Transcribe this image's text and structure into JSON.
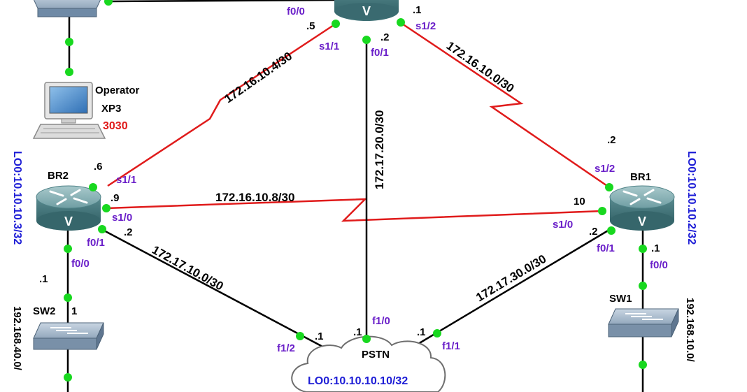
{
  "links": {
    "r1_br2": "172.16.10.4/30",
    "r1_br1": "172.16.10.0/30",
    "r1_pstn": "172.17.20.0/30",
    "br2_br1": "172.16.10.8/30",
    "br2_pstn": "172.17.10.0/30",
    "br1_pstn": "172.17.30.0/30"
  },
  "top_router": {
    "router_letter": "V",
    "f0_0": "f0/0",
    "s1_1": "s1/1",
    "s1_1_ip": ".5",
    "f0_1": "f0/1",
    "f0_1_ip": ".2",
    "s1_2": "s1/2",
    "s1_2_ip": ".1"
  },
  "operator": {
    "name": "Operator",
    "model": "XP3",
    "port": "3030"
  },
  "br2": {
    "name": "BR2",
    "loopback": "LO0:10.10.10.3/32",
    "router_letter": "V",
    "s1_1_ip": ".6",
    "s1_1": "s1/1",
    "s1_0_ip": ".9",
    "s1_0": "s1/0",
    "f0_1": "f0/1",
    "f0_1_ip": ".2",
    "f0_0": "f0/0",
    "f0_0_ip": ".1"
  },
  "br1": {
    "name": "BR1",
    "loopback": "LO0:10.10.10.2/32",
    "router_letter": "V",
    "s1_2_ip": ".2",
    "s1_2": "s1/2",
    "s1_0_ip": "10",
    "s1_0": "s1/0",
    "f0_1_ip": ".2",
    "f0_1": "f0/1",
    "f0_0_ip": ".1",
    "f0_0": "f0/0"
  },
  "sw2": {
    "name": "SW2",
    "port": "1",
    "subnet": "192.168.40.0/"
  },
  "sw1": {
    "name": "SW1",
    "subnet": "192.168.10.0/"
  },
  "pstn": {
    "name": "PSTN",
    "loopback": "LO0:10.10.10.10/32",
    "f1_2": "f1/2",
    "f1_2_ip": ".1",
    "f1_0": "f1/0",
    "f1_0_ip": ".1",
    "f1_1": "f1/1",
    "f1_1_ip": ".1"
  }
}
